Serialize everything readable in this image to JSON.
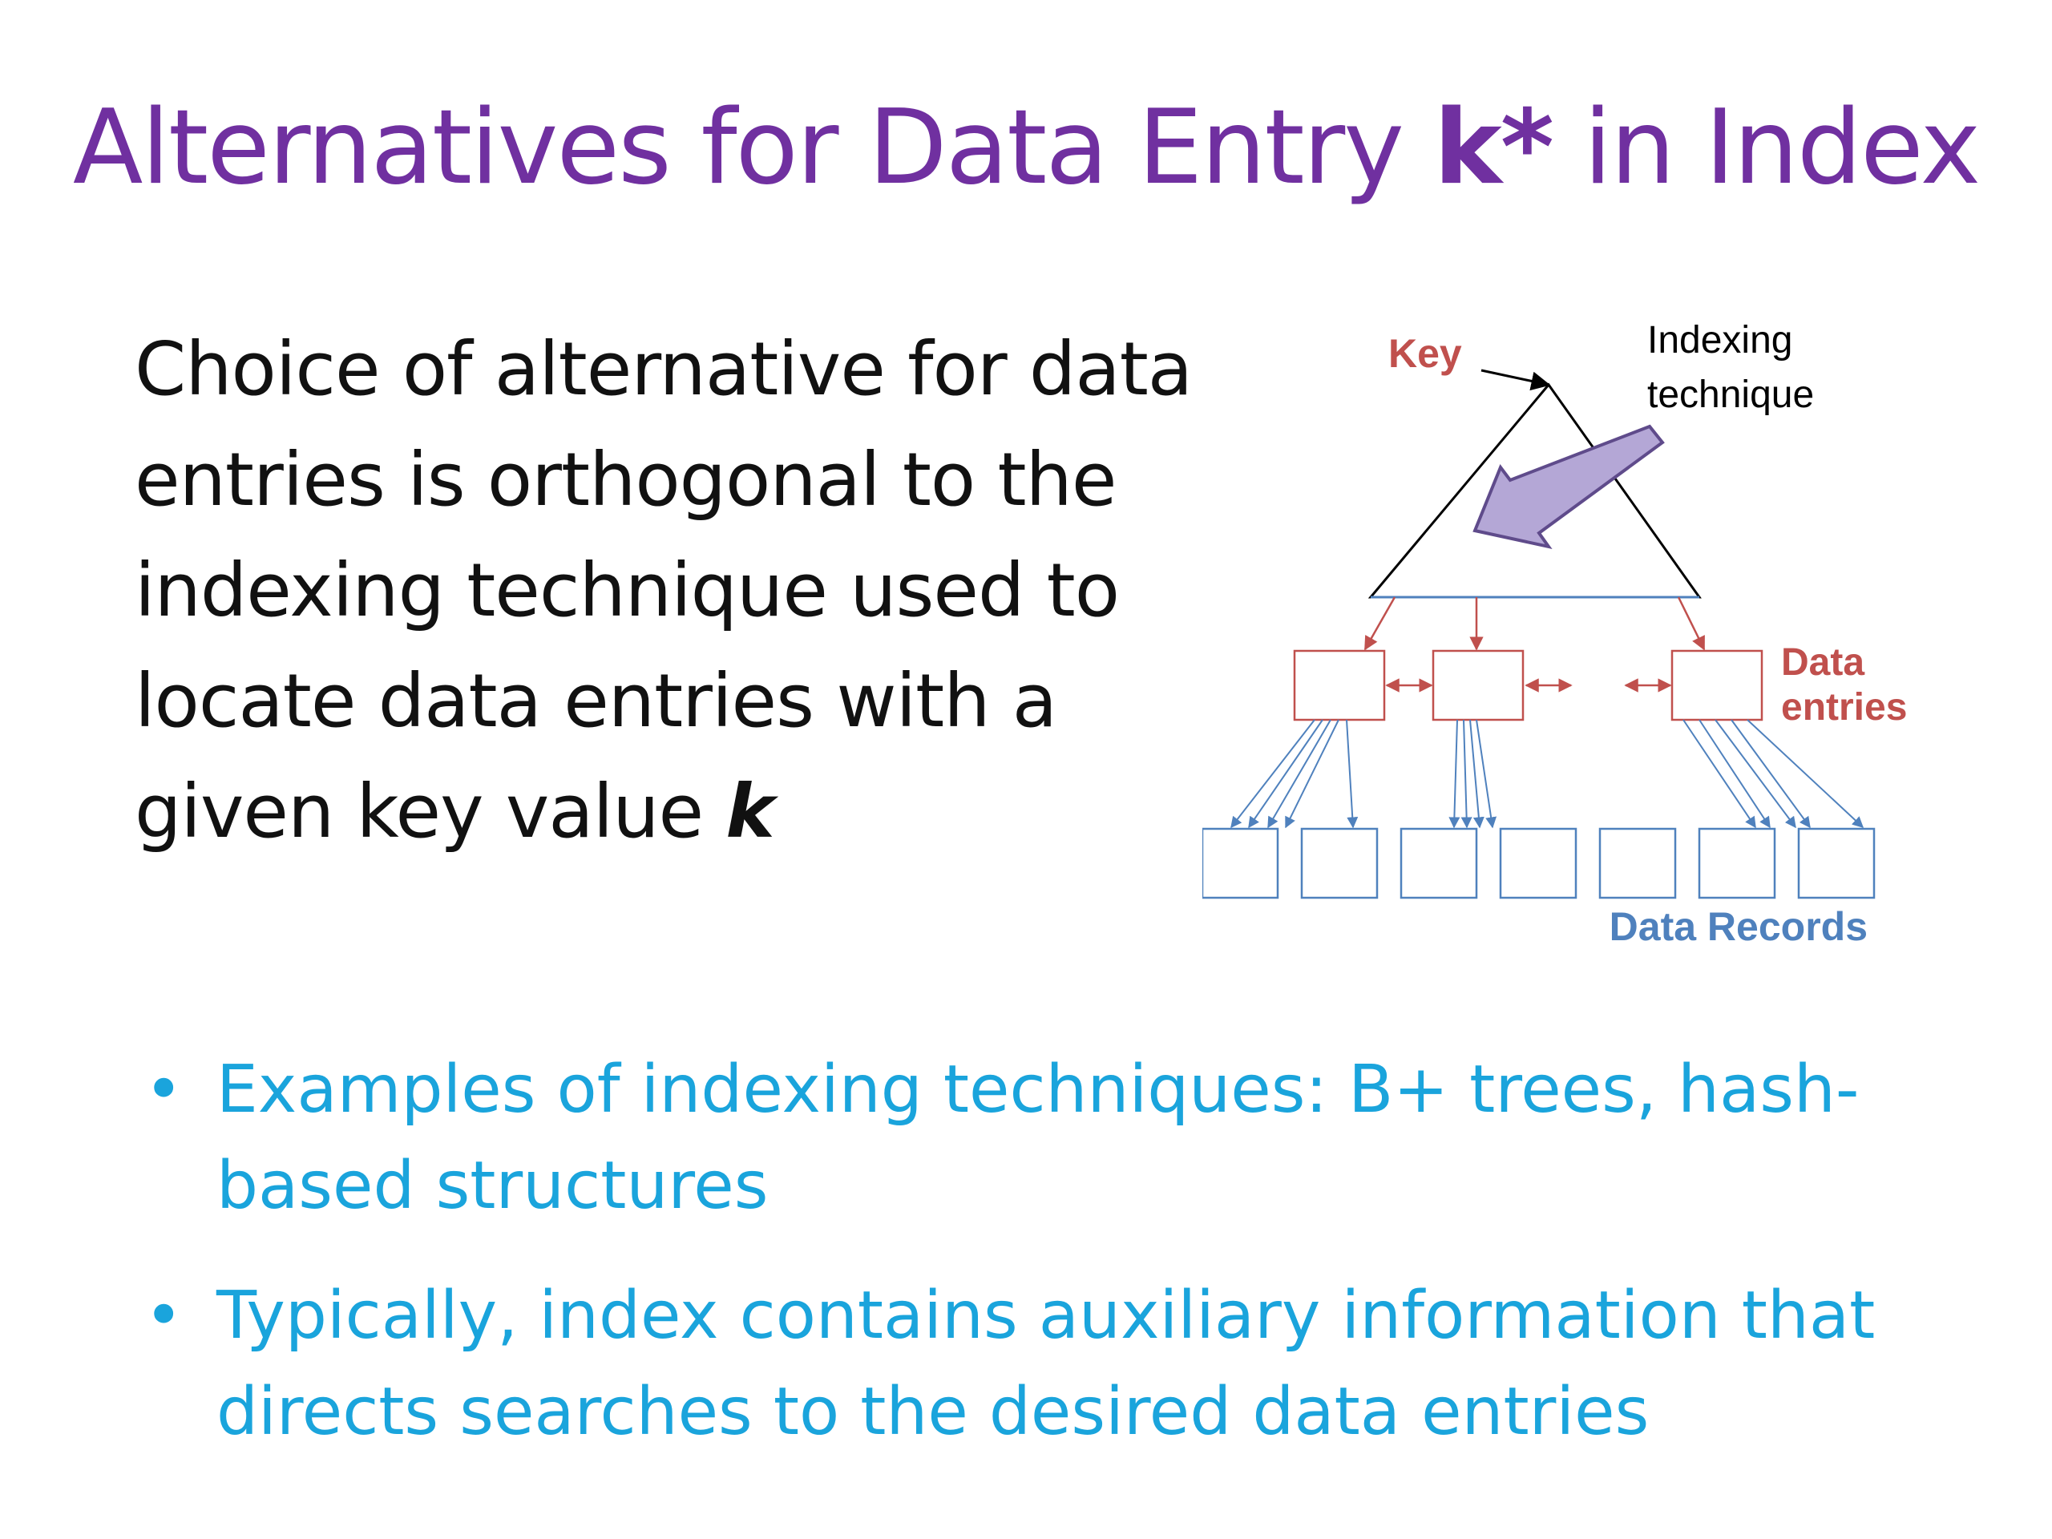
{
  "title": {
    "prefix": "Alternatives for Data Entry ",
    "bold": "k*",
    "suffix": " in Index"
  },
  "body": {
    "line1": "Choice of alternative for data",
    "line2": "entries is orthogonal to the",
    "line3": "indexing technique used to",
    "line4": "locate data entries with a",
    "line5_prefix": "given key value ",
    "line5_bold": "k"
  },
  "diagram": {
    "key_label": "Key",
    "indexing_line1": "Indexing",
    "indexing_line2": "technique",
    "data_entries_line1": "Data",
    "data_entries_line2": "entries",
    "data_records_label": "Data Records",
    "colors": {
      "entries": "#c0504d",
      "records": "#4f81bd",
      "arrow_fill": "#b4a7d6",
      "arrow_stroke": "#5f4b8b",
      "tree": "#000000"
    }
  },
  "bullets": [
    {
      "line1": "Examples of indexing techniques:  B+ trees, hash-",
      "line2": "based structures"
    },
    {
      "line1": "Typically, index contains auxiliary information that",
      "line2": "directs searches to the desired data entries"
    }
  ],
  "colors": {
    "title": "#7030a0",
    "bullet_text": "#1aa4dc"
  }
}
